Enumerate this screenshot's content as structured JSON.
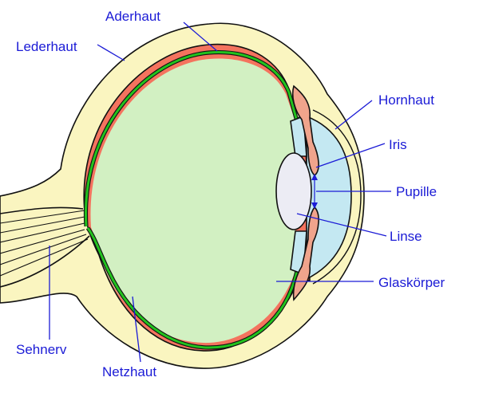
{
  "labels": {
    "aderhaut": "Aderhaut",
    "lederhaut": "Lederhaut",
    "hornhaut": "Hornhaut",
    "iris": "Iris",
    "pupille": "Pupille",
    "linse": "Linse",
    "glaskoerper": "Glaskörper",
    "sehnerv": "Sehnerv",
    "netzhaut": "Netzhaut"
  },
  "colors": {
    "sclera": "#faf5c0",
    "choroid": "#f4735e",
    "retina": "#22c21e",
    "vitreous": "#d2f0c2",
    "cornea_chamber": "#c4e8f2",
    "lens": "#ececf4",
    "iris": "#f0a48c",
    "label": "#1b1bd6"
  }
}
